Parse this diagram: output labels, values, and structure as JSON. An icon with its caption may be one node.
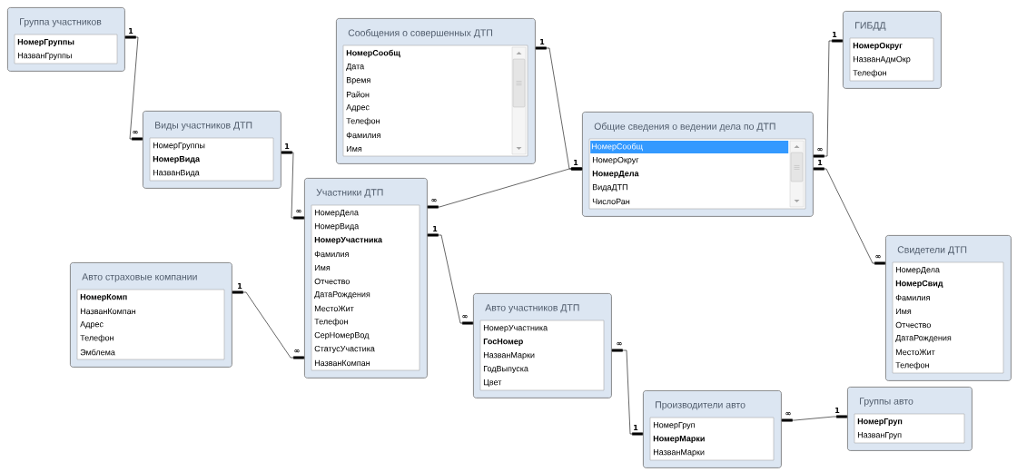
{
  "diagram": {
    "nodes": [
      {
        "text": [
          "Группа участников",
          "**НомерГруппы**",
          "НазванГруппы"
        ]
      },
      {
        "text": [
          "Сообщения о совершенных ДТП",
          "**НомерСообщ**",
          "Дата",
          "Время",
          "Район",
          "Адрес",
          "Телефон",
          "Фамилия",
          "Имя"
        ]
      },
      {
        "text": [
          "ГИБДД",
          "**НомерОкруг**",
          "НазванАдмОкр",
          "Телефон"
        ]
      },
      {
        "text": [
          "Виды участников ДТП",
          "НомерГруппы",
          "**НомерВида**",
          "НазванВида"
        ]
      },
      {
        "text": [
          "Общие сведения о ведении дела по ДТП",
          "НомерСообщ",
          "НомерОкруг",
          "**НомерДела**",
          "ВидаДТП",
          "ЧислоРан"
        ]
      },
      {
        "text": [
          "Участники ДТП",
          "НомерДела",
          "НомерВида",
          "**НомерУчастника**",
          "Фамилия",
          "Имя",
          "Отчество",
          "ДатаРождения",
          "МестоЖит",
          "Телефон",
          "СерНомерВод",
          "СтатусУчастика",
          "НазванКомпан"
        ]
      },
      {
        "text": [
          "Авто страховые компании",
          "**НомерКомп**",
          "НазванКомпан",
          "Адрес",
          "Телефон",
          "Эмблема"
        ]
      },
      {
        "text": [
          "Свидетели ДТП",
          "НомерДела",
          "**НомерСвид**",
          "Фамилия",
          "Имя",
          "Отчество",
          "ДатаРождения",
          "МестоЖит",
          "Телефон"
        ]
      },
      {
        "text": [
          "Авто участников ДТП",
          "НомерУчастника",
          "**ГосНомер**",
          "НазванМарки",
          "ГодВыпуска",
          "Цвет"
        ]
      },
      {
        "text": [
          "Производители авто",
          "НомерГруп",
          "**НомерМарки**",
          "НазванМарки"
        ]
      },
      {
        "text": [
          "Группы авто",
          "**НомерГруп**",
          "НазванГруп"
        ]
      }
    ],
    "edges": [
      {
        "from": 0,
        "to": 3,
        "arrow": "other"
      },
      {
        "from": 3,
        "to": 5,
        "arrow": "other"
      },
      {
        "from": 1,
        "to": 4,
        "arrow": "other"
      },
      {
        "from": 4,
        "to": 5,
        "arrow": "other"
      },
      {
        "from": 2,
        "to": 4,
        "arrow": "other"
      },
      {
        "from": 4,
        "to": 7,
        "arrow": "other"
      },
      {
        "from": 5,
        "to": 8,
        "arrow": "other"
      },
      {
        "from": 6,
        "to": 5,
        "arrow": "other"
      },
      {
        "from": 9,
        "to": 8,
        "arrow": "other"
      },
      {
        "from": 10,
        "to": 9,
        "arrow": "other"
      }
    ],
    "labels": [
      "1",
      "∞",
      "1",
      "∞",
      "1",
      "1",
      "∞",
      "1",
      "∞",
      "1",
      "∞",
      "1",
      "∞",
      "1",
      "∞",
      "1",
      "∞",
      "1",
      "∞"
    ]
  }
}
